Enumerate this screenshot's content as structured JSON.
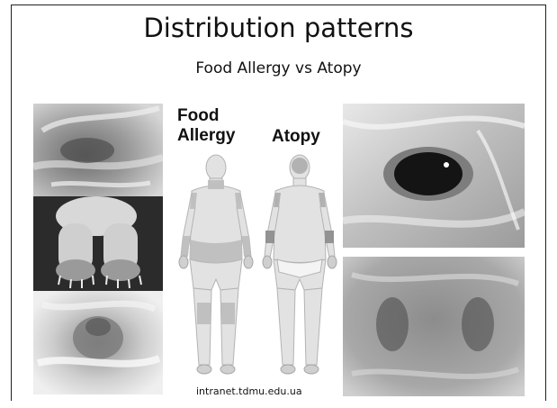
{
  "slide": {
    "title": "Distribution patterns",
    "subtitle": "Food Allergy vs Atopy",
    "food_allergy_label_line1": "Food",
    "food_allergy_label_line2": "Allergy",
    "atopy_label": "Atopy",
    "source": "intranet.tdmu.edu.ua"
  },
  "colors": {
    "body_fill": "#e0e0e0",
    "body_stroke": "#b5b5b5",
    "lesion_dark": "#9a9a9a",
    "lesion_mid": "#bdbdbd"
  },
  "images": [
    {
      "name": "dog-ear-photo",
      "subject": "ear"
    },
    {
      "name": "dog-paws-photo",
      "subject": "front paws"
    },
    {
      "name": "dog-perianal-photo",
      "subject": "perianal area"
    },
    {
      "name": "dog-eye-photo",
      "subject": "periocular area"
    },
    {
      "name": "dog-muzzle-photo",
      "subject": "muzzle"
    }
  ]
}
